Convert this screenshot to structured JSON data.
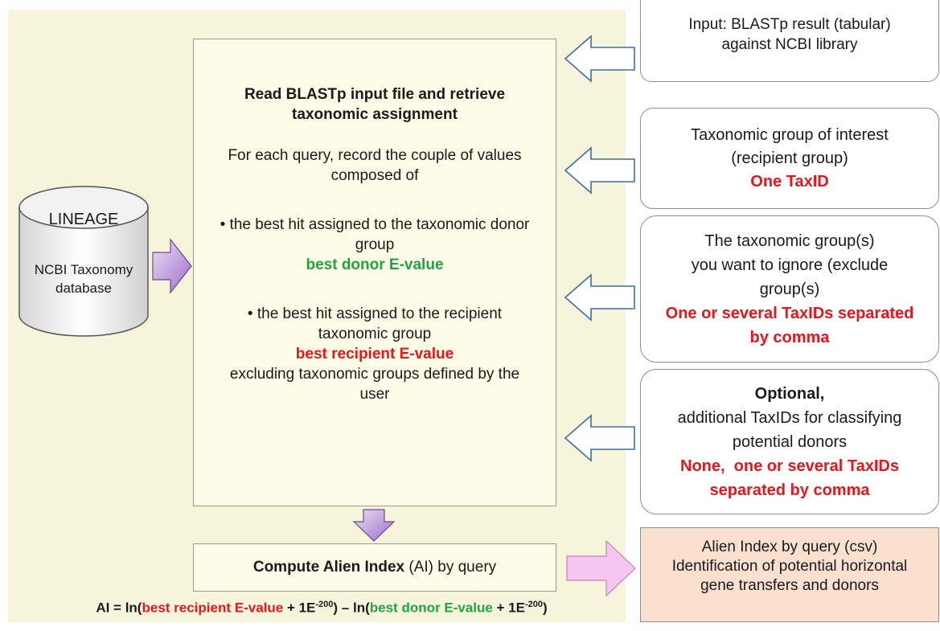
{
  "database": {
    "title": "LINEAGE",
    "label_line1": "NCBI Taxonomy",
    "label_line2": "database"
  },
  "main_box": {
    "heading_line1": "Read BLASTp input file and retrieve",
    "heading_line2": "taxonomic assignment",
    "intro_line1": "For each query, record the couple of values",
    "intro_line2": "composed of",
    "donor_line1": "• the best hit assigned to the taxonomic donor",
    "donor_line2": "group",
    "donor_metric": "best donor E-value",
    "recipient_line1": "• the best hit assigned to the recipient",
    "recipient_line2": "taxonomic group",
    "recipient_metric": "best recipient E-value",
    "exclude_line1": "excluding taxonomic groups defined by the",
    "exclude_line2": "user"
  },
  "compute_box": {
    "bold": "Compute Alien Index",
    "normal": " (AI) by query"
  },
  "formula": {
    "prefix": "AI = ln(",
    "recipient": "best recipient E-value",
    "plus1": " + 1E",
    "exp1": "-200",
    "middle": ") – ln(",
    "donor": "best donor E-value",
    "plus2": " + 1E",
    "exp2": "-200",
    "suffix": ")"
  },
  "inputs": {
    "blast": {
      "line1": "Input: BLASTp result (tabular)",
      "line2": "against NCBI library"
    },
    "recipient": {
      "line1": "Taxonomic group of interest",
      "line2": "(recipient group)",
      "highlight": "One TaxID"
    },
    "ignore": {
      "line1": "The taxonomic group(s)",
      "line2": "you want to ignore (exclude",
      "line3": "group(s)",
      "highlight1": "One or several TaxIDs separated",
      "highlight2": "by comma"
    },
    "optional": {
      "title": "Optional,",
      "line1": "additional TaxIDs for classifying",
      "line2": "potential donors",
      "highlight1": "None,  one or several TaxIDs",
      "highlight2": "separated by comma"
    }
  },
  "output": {
    "line1": "Alien Index by query (csv)",
    "line2": "Identification of potential horizontal",
    "line3": "gene transfers and donors"
  },
  "colors": {
    "panel": "#f6f5db",
    "box": "#fbfbe7",
    "red": "#e8161b",
    "green": "#21a342",
    "arrow_outline": "#3a6fa5",
    "arrow_purple": "#b08ad0",
    "arrow_pink": "#f7c6f0",
    "output_fill": "#fbdfcf"
  }
}
